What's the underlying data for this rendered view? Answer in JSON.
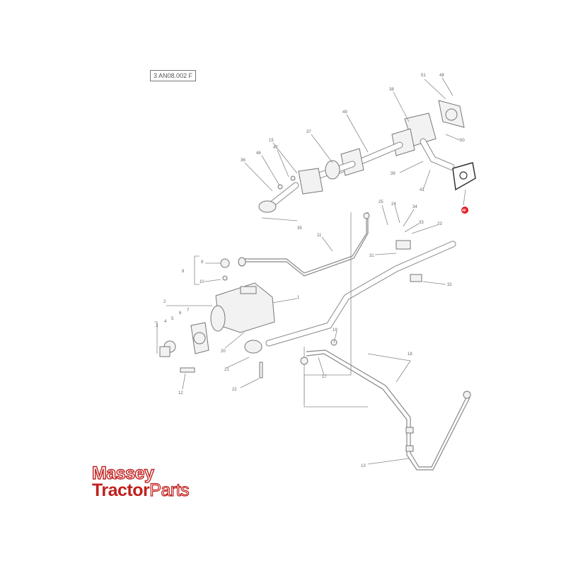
{
  "diagram": {
    "reference_code": "3 AN08.002 F",
    "highlight_color": "#e31b23",
    "callouts": [
      {
        "label": "51"
      },
      {
        "label": "48"
      },
      {
        "label": "38"
      },
      {
        "label": "50"
      },
      {
        "label": "49"
      },
      {
        "label": "37"
      },
      {
        "label": "15"
      },
      {
        "label": "47"
      },
      {
        "label": "46"
      },
      {
        "label": "36"
      },
      {
        "label": "39"
      },
      {
        "label": "41"
      },
      {
        "label": "40",
        "highlighted": true
      },
      {
        "label": "35"
      },
      {
        "label": "25"
      },
      {
        "label": "24"
      },
      {
        "label": "34"
      },
      {
        "label": "33"
      },
      {
        "label": "23"
      },
      {
        "label": "11"
      },
      {
        "label": "31"
      },
      {
        "label": "9"
      },
      {
        "label": "8"
      },
      {
        "label": "10"
      },
      {
        "label": "32"
      },
      {
        "label": "1"
      },
      {
        "label": "2"
      },
      {
        "label": "3"
      },
      {
        "label": "4"
      },
      {
        "label": "5"
      },
      {
        "label": "6"
      },
      {
        "label": "7"
      },
      {
        "label": "19"
      },
      {
        "label": "20"
      },
      {
        "label": "21"
      },
      {
        "label": "17"
      },
      {
        "label": "18"
      },
      {
        "label": "12"
      },
      {
        "label": "22"
      },
      {
        "label": "13"
      }
    ]
  },
  "logo": {
    "line1": "Massey",
    "line2_a": "Tractor",
    "line2_b": "Parts"
  }
}
